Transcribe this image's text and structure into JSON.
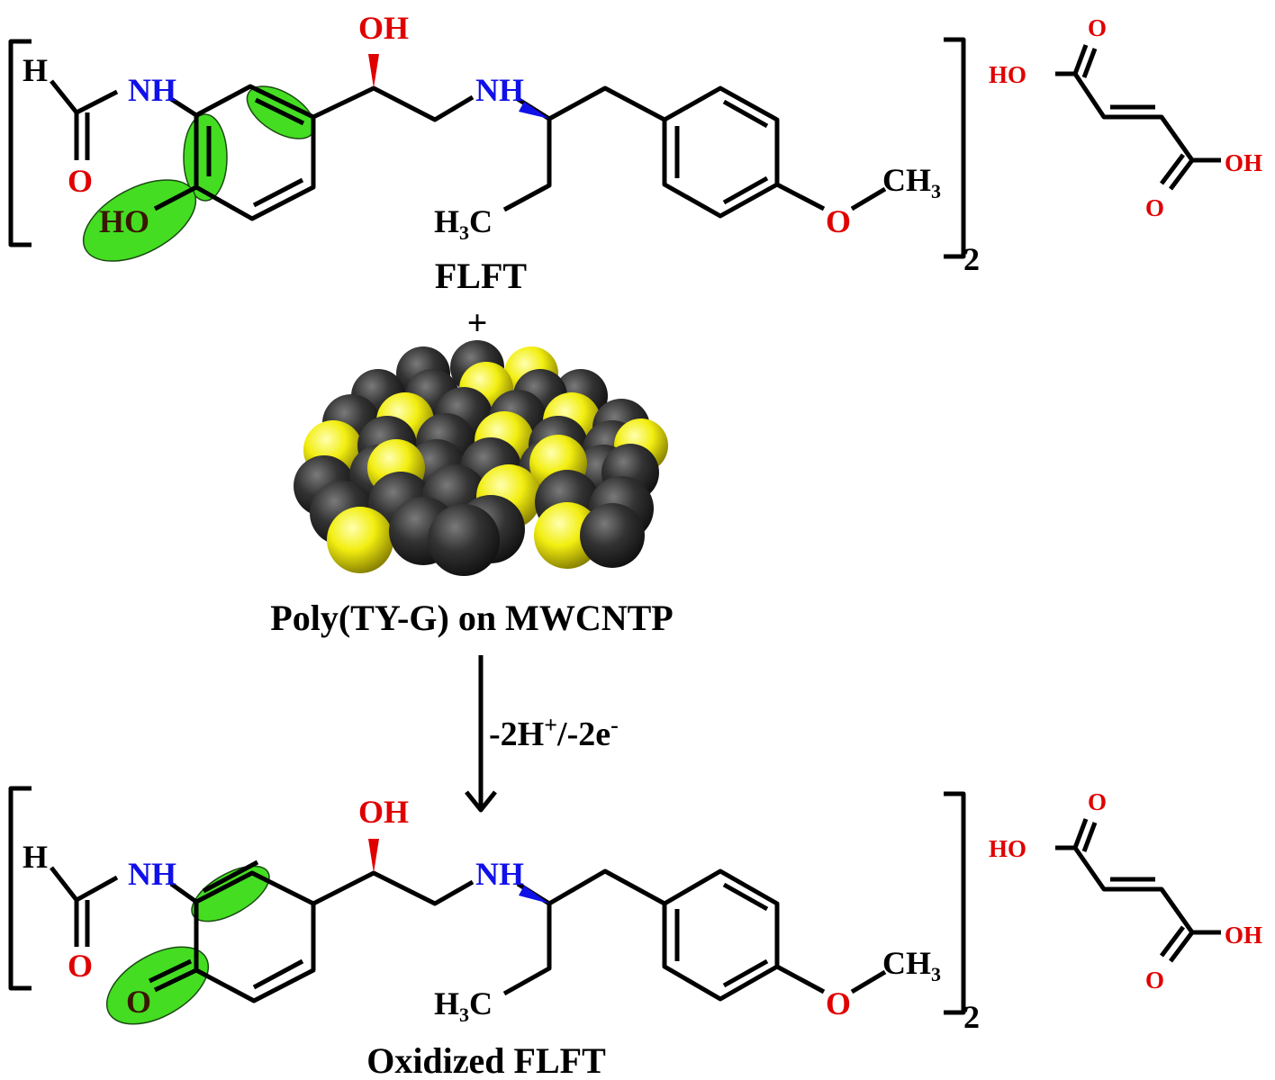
{
  "reactant": {
    "name": "FLFT",
    "multiplier": "2",
    "atoms": {
      "aldehyde_h": "H",
      "carbonyl_o": "O",
      "amide_nh": "NH",
      "phenol": "HO",
      "hydroxyl": "OH",
      "amine_nh": "NH",
      "ethyl_h": "H",
      "ethyl_3": "3",
      "ethyl_c": "C",
      "ether_o": "O",
      "methyl": "CH",
      "methyl_3": "3"
    }
  },
  "plus": "+",
  "catalyst": {
    "name": "Poly(TY-G) on MWCNTP"
  },
  "reaction": {
    "loss": "-2H",
    "proton_sup": "+",
    "electrons": "/-2e",
    "electron_sup": "-"
  },
  "product": {
    "name": "Oxidized FLFT",
    "multiplier": "2",
    "atoms": {
      "aldehyde_h": "H",
      "carbonyl_o": "O",
      "amide_nh": "NH",
      "quinone_o": "O",
      "hydroxyl": "OH",
      "amine_nh": "NH",
      "ethyl_h": "H",
      "ethyl_3": "3",
      "ethyl_c": "C",
      "ether_o": "O",
      "methyl": "CH",
      "methyl_3": "3"
    }
  },
  "fumarate": {
    "acid_left": "HO",
    "acid_right": "OH",
    "oxygen": "O"
  },
  "colors": {
    "heteroatom_o": "#e00000",
    "heteroatom_n": "#1010e8",
    "highlight": "#44dd22",
    "sphere_dark": "#2b2b2b",
    "sphere_yellow": "#f2ee10"
  }
}
